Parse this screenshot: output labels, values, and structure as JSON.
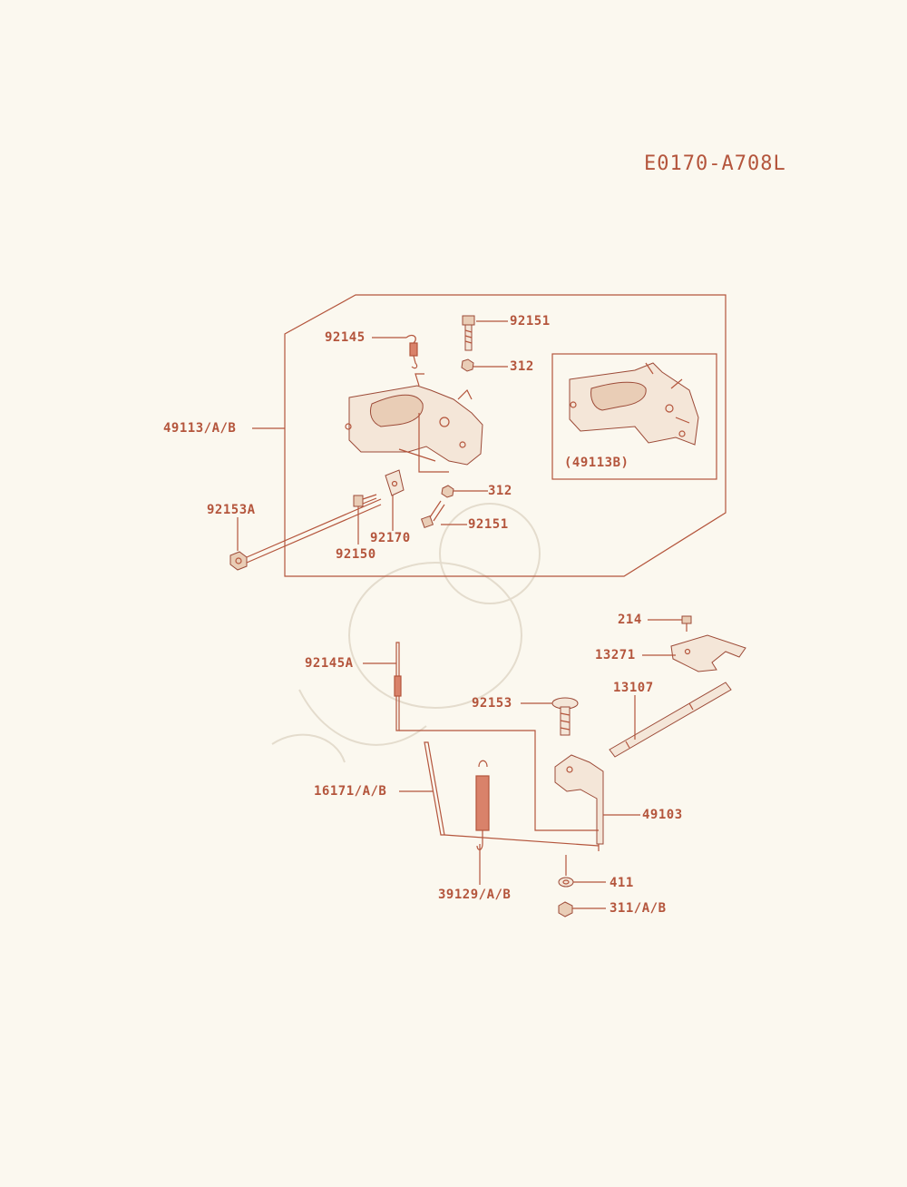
{
  "diagram_id": "E0170-A708L",
  "colors": {
    "ink": "#b4553c",
    "background": "#fbf8ef"
  },
  "inset_label": "(49113B)",
  "labels": {
    "l92151_top": "92151",
    "l92145": "92145",
    "l312_top": "312",
    "l49113": "49113/A/B",
    "l312_bot": "312",
    "l92153A": "92153A",
    "l92151_bot": "92151",
    "l92170": "92170",
    "l92150": "92150",
    "l214": "214",
    "l13271": "13271",
    "l92145A": "92145A",
    "l13107": "13107",
    "l92153": "92153",
    "l16171": "16171/A/B",
    "l49103": "49103",
    "l39129": "39129/A/B",
    "l411": "411",
    "l311": "311/A/B"
  }
}
